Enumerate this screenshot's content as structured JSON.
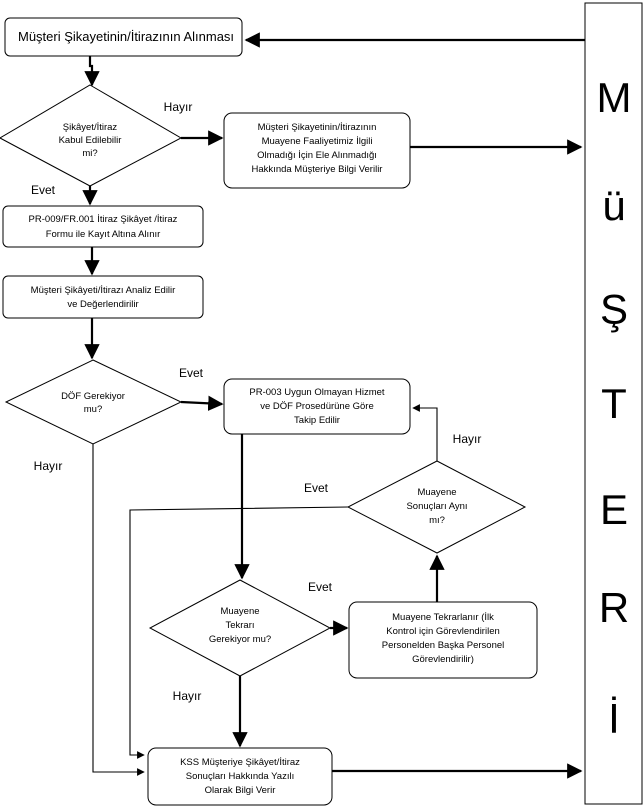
{
  "nodes": {
    "start": "Müşteri Şikayetinin/İtirazının Alınması",
    "decision_accept": [
      "Şikâyet/İtiraz",
      "Kabul Edilebilir",
      "mi?"
    ],
    "not_accepted": [
      "Müşteri Şikayetinin/İtirazının",
      "Muayene Faaliyetimiz İlgili",
      "Olmadığı İçin Ele Alınmadığı",
      "Hakkında Müşteriye Bilgi Verilir"
    ],
    "register": [
      "PR-009/FR.001 İtiraz Şikâyet /İtiraz",
      "Formu ile Kayıt Altına Alınır"
    ],
    "analyze": [
      "Müşteri Şikâyeti/İtirazı Analiz Edilir",
      "ve Değerlendirilir"
    ],
    "decision_dof": [
      "DÖF Gerekiyor",
      "mu?"
    ],
    "dof_process": [
      "PR-003 Uygun Olmayan Hizmet",
      "ve DÖF Prosedürüne Göre",
      "Takip Edilir"
    ],
    "decision_same": [
      "Muayene",
      "Sonuçları Aynı",
      "mı?"
    ],
    "decision_repeat": [
      "Muayene",
      "Tekrarı",
      "Gerekiyor mu?"
    ],
    "repeat": [
      "Muayene Tekrarlanır (İlk",
      "Kontrol için Görevlendirilen",
      "Personelden Başka Personel",
      "Görevlendirilir)"
    ],
    "final": [
      "KSS Müşteriye Şikâyet/İtiraz",
      "Sonuçları Hakkında Yazılı",
      "Olarak Bilgi Verir"
    ]
  },
  "labels": {
    "hayir1": "Hayır",
    "evet1": "Evet",
    "evet2": "Evet",
    "hayir2": "Hayır",
    "hayir3": "Hayır",
    "evet3": "Evet",
    "evet4": "Evet",
    "hayir4": "Hayır"
  },
  "customer_letters": [
    "M",
    "ü",
    "Ş",
    "T",
    "E",
    "R",
    "İ"
  ]
}
